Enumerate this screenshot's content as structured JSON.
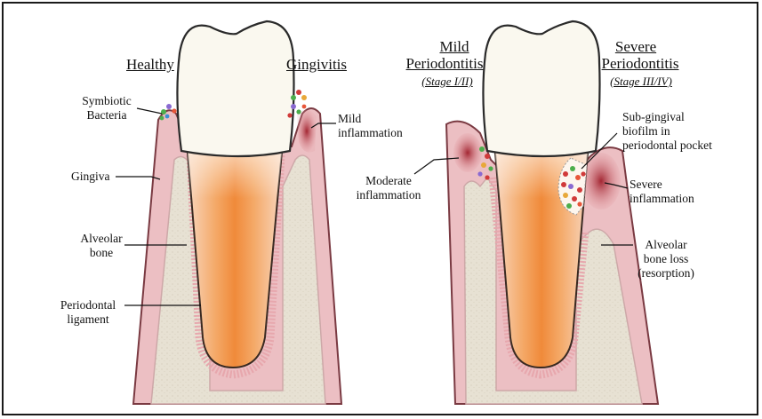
{
  "headers": {
    "healthy": "Healthy",
    "gingivitis": "Gingivitis",
    "mild_line1": "Mild",
    "mild_line2": "Periodontitis",
    "mild_stage": "(Stage I/II)",
    "severe_line1": "Severe",
    "severe_line2": "Periodontitis",
    "severe_stage": "(Stage III/IV)"
  },
  "labels": {
    "symbiotic_1": "Symbiotic",
    "symbiotic_2": "Bacteria",
    "gingiva": "Gingiva",
    "alveolar_1": "Alveolar",
    "alveolar_2": "bone",
    "pdl_1": "Periodontal",
    "pdl_2": "ligament",
    "mild_inf_1": "Mild",
    "mild_inf_2": "inflammation",
    "moderate_1": "Moderate",
    "moderate_2": "inflammation",
    "subgingival_1": "Sub-gingival",
    "subgingival_2": "biofilm in",
    "subgingival_3": "periodontal pocket",
    "severe_inf_1": "Severe",
    "severe_inf_2": "inflammation",
    "boneloss_1": "Alveolar",
    "boneloss_2": "bone loss",
    "boneloss_3": "(resorption)"
  },
  "colors": {
    "gum": "#e8b4b8",
    "gum_dark": "#c98088",
    "bone": "#e6e0d2",
    "root_core": "#f08a3a",
    "root_edge": "#f7c9a8",
    "crown": "#faf8ef",
    "inflammation": "#b5303b"
  }
}
